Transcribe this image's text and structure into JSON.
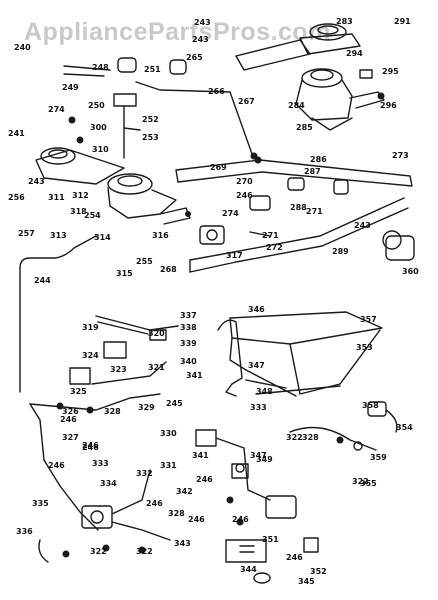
{
  "watermark": "AppliancePartsPros.com",
  "part_labels": [
    "240",
    "241",
    "243",
    "243",
    "243",
    "243",
    "244",
    "245",
    "246",
    "246",
    "246",
    "246",
    "246",
    "246",
    "246",
    "246",
    "246",
    "246",
    "248",
    "249",
    "250",
    "251",
    "252",
    "253",
    "254",
    "255",
    "256",
    "257",
    "265",
    "266",
    "267",
    "268",
    "269",
    "270",
    "271",
    "271",
    "272",
    "273",
    "274",
    "274",
    "283",
    "284",
    "285",
    "286",
    "287",
    "288",
    "289",
    "291",
    "294",
    "295",
    "296",
    "300",
    "310",
    "311",
    "312",
    "313",
    "314",
    "315",
    "316",
    "317",
    "318",
    "319",
    "320",
    "321",
    "322",
    "322",
    "322",
    "322",
    "323",
    "324",
    "325",
    "326",
    "327",
    "328",
    "328",
    "328",
    "329",
    "330",
    "331",
    "332",
    "333",
    "333",
    "334",
    "335",
    "336",
    "337",
    "338",
    "339",
    "340",
    "341",
    "341",
    "342",
    "343",
    "344",
    "345",
    "346",
    "347",
    "347",
    "348",
    "349",
    "351",
    "352",
    "353",
    "354",
    "355",
    "357",
    "358",
    "359",
    "360"
  ]
}
